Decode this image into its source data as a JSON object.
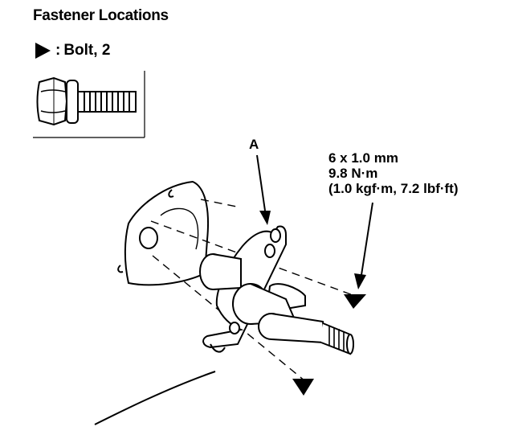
{
  "title": "Fastener Locations",
  "legend": {
    "marker_icon": "triangle-right-icon",
    "colon": ":",
    "label": "Bolt, 2"
  },
  "callout": {
    "label": "A"
  },
  "spec": {
    "size": "6 x 1.0 mm",
    "torque_nm": "9.8 N·m",
    "torque_alt": "(1.0 kgf·m, 7.2 lbf·ft)"
  },
  "colors": {
    "ink": "#000000",
    "background": "#ffffff"
  }
}
